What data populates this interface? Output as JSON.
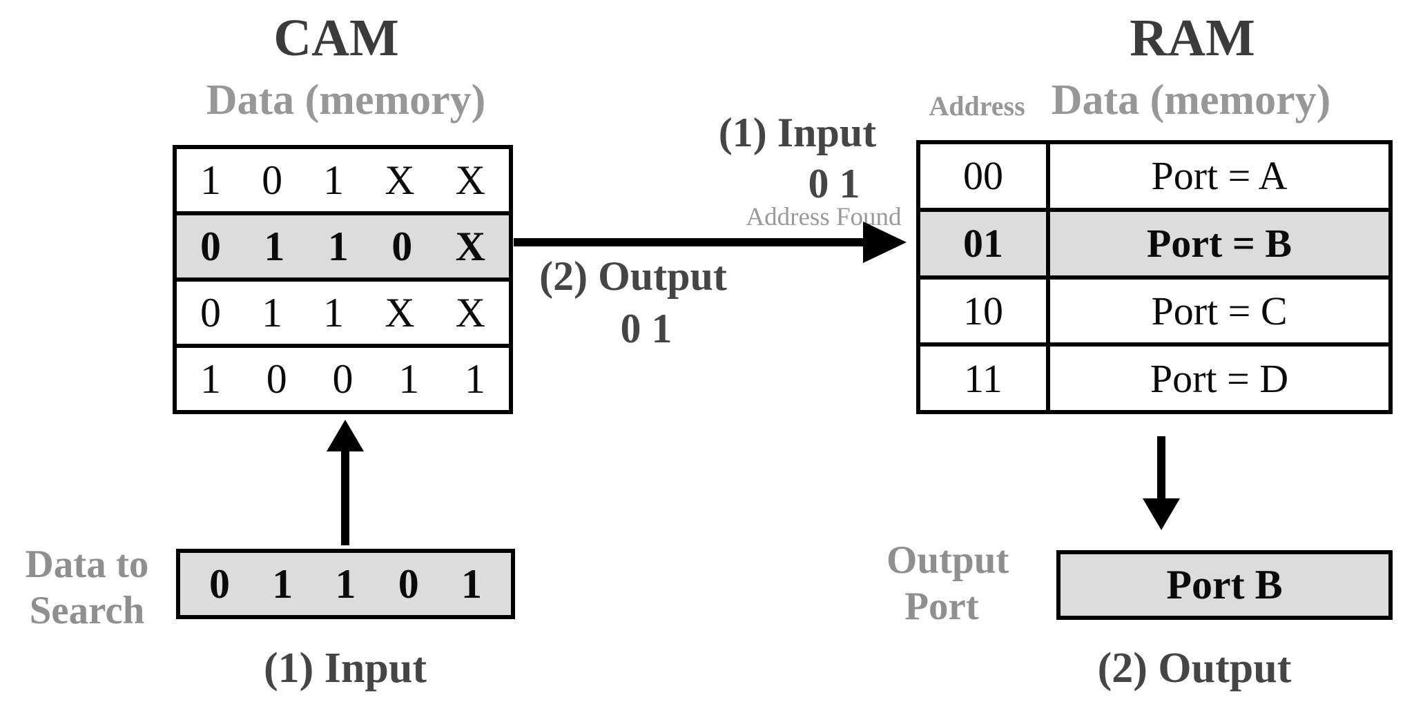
{
  "colors": {
    "background": "#ffffff",
    "dark_text": "#454545",
    "gray_text": "#979797",
    "highlight_fill": "#dcdcdc",
    "line_black": "#000000"
  },
  "cam": {
    "title": "CAM",
    "memory_label": "Data (memory)",
    "rows": [
      {
        "bits": [
          "1",
          "0",
          "1",
          "X",
          "X"
        ],
        "matched": false
      },
      {
        "bits": [
          "0",
          "1",
          "1",
          "0",
          "X"
        ],
        "matched": true
      },
      {
        "bits": [
          "0",
          "1",
          "1",
          "X",
          "X"
        ],
        "matched": false
      },
      {
        "bits": [
          "1",
          "0",
          "0",
          "1",
          "1"
        ],
        "matched": false
      }
    ],
    "search": {
      "label_line1": "Data to",
      "label_line2": "Search",
      "bits": [
        "0",
        "1",
        "1",
        "0",
        "1"
      ]
    },
    "input_caption": "(1) Input"
  },
  "flow": {
    "input_step": "(1) Input",
    "input_value": "0 1",
    "address_found": "Address Found",
    "output_step": "(2) Output",
    "output_value": "0 1"
  },
  "ram": {
    "title": "RAM",
    "address_header": "Address",
    "memory_header": "Data (memory)",
    "rows": [
      {
        "address": "00",
        "data": "Port = A",
        "matched": false
      },
      {
        "address": "01",
        "data": "Port = B",
        "matched": true
      },
      {
        "address": "10",
        "data": "Port = C",
        "matched": false
      },
      {
        "address": "11",
        "data": "Port = D",
        "matched": false
      }
    ],
    "output_label_line1": "Output",
    "output_label_line2": "Port",
    "output_value": "Port B",
    "output_caption": "(2) Output"
  }
}
